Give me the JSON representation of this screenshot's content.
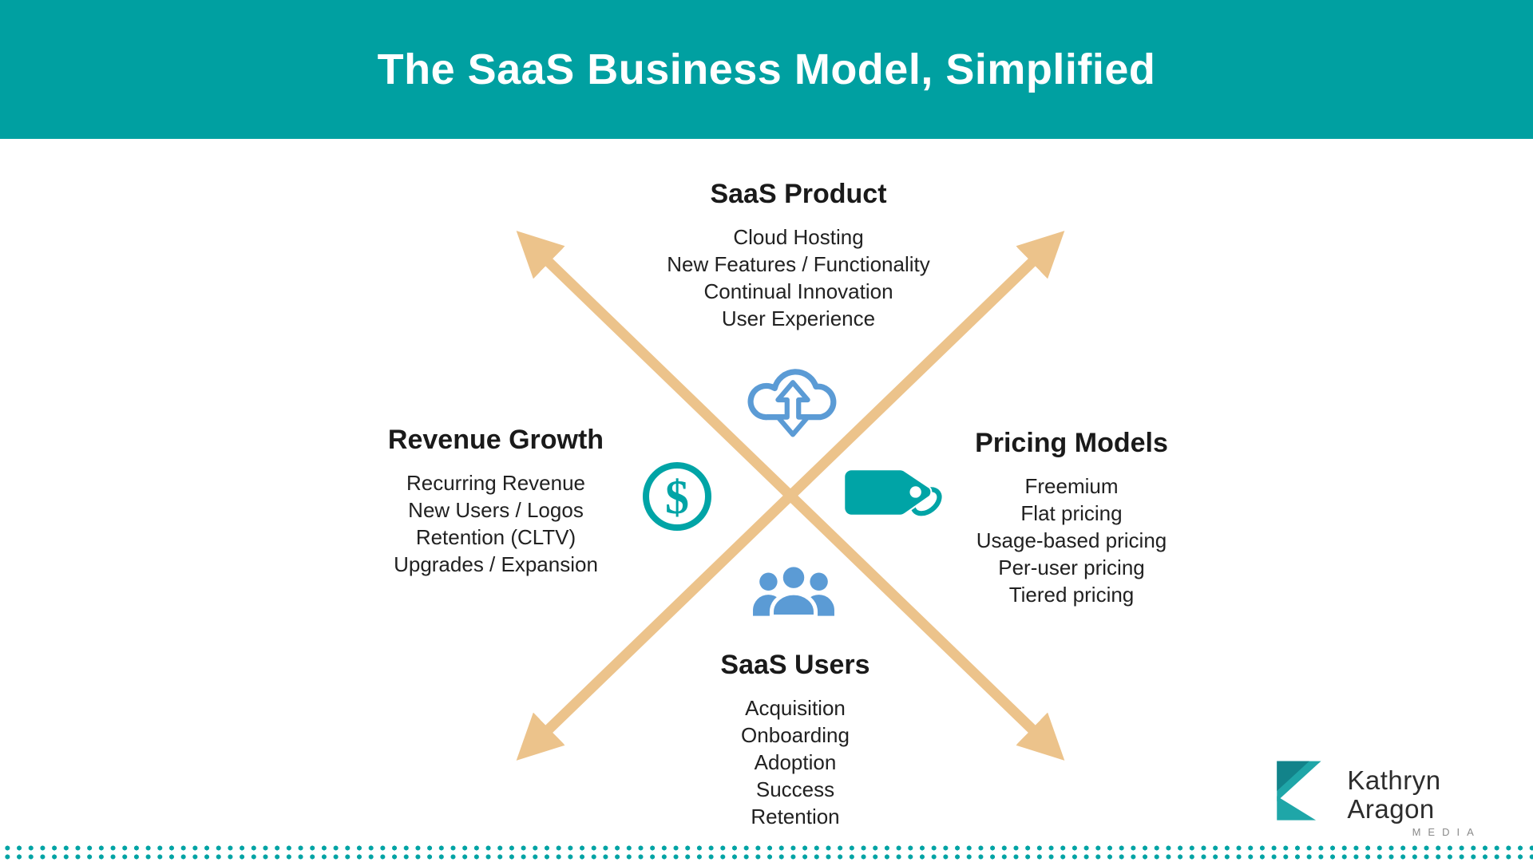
{
  "header": {
    "title": "The SaaS Business Model, Simplified",
    "bg_color": "#00A0A1",
    "text_color": "#FFFFFF"
  },
  "quadrants": {
    "top": {
      "title": "SaaS Product",
      "items": [
        "Cloud Hosting",
        "New Features / Functionality",
        "Continual Innovation",
        "User Experience"
      ]
    },
    "left": {
      "title": "Revenue Growth",
      "items": [
        "Recurring Revenue",
        "New Users / Logos",
        "Retention (CLTV)",
        "Upgrades / Expansion"
      ]
    },
    "right": {
      "title": "Pricing Models",
      "items": [
        "Freemium",
        "Flat pricing",
        "Usage-based pricing",
        "Per-user pricing",
        "Tiered pricing"
      ]
    },
    "bottom": {
      "title": "SaaS Users",
      "items": [
        "Acquisition",
        "Onboarding",
        "Adoption",
        "Success",
        "Retention"
      ]
    }
  },
  "icons": {
    "cloud": "cloud-sync-icon",
    "dollar": "dollar-circle-icon",
    "tag": "price-tag-icon",
    "users": "user-group-icon"
  },
  "colors": {
    "teal": "#00A0A1",
    "icon_teal": "#00A4A6",
    "icon_blue": "#5B9BD5",
    "arrow_tan": "#ECC38B",
    "body_text": "#212121"
  },
  "logo": {
    "name": "Kathryn Aragon",
    "subtitle": "MEDIA"
  }
}
